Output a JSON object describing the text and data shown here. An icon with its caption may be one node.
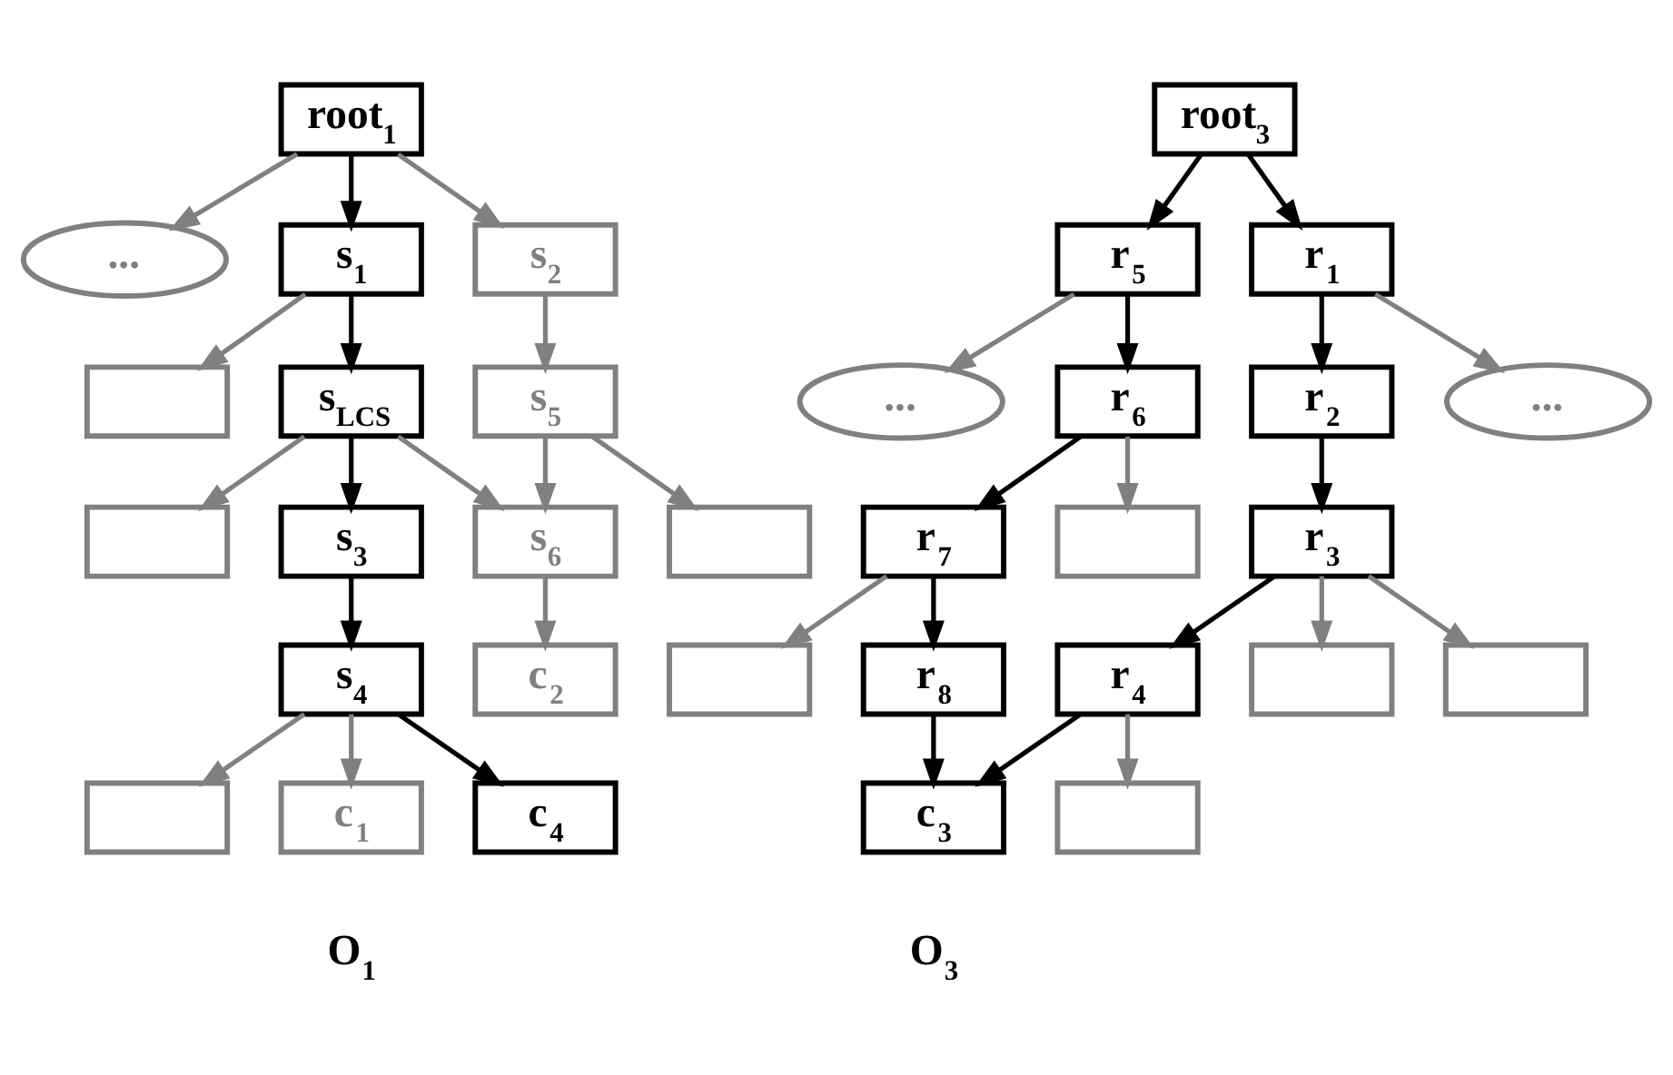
{
  "diagram": {
    "nodes": [
      {
        "text": [
          "root$_{1}$"
        ]
      },
      {
        "text": [
          "..."
        ]
      },
      {
        "text": [
          "s$_{1}$"
        ]
      },
      {
        "text": [
          "s$_{2}$"
        ]
      },
      {
        "text": [],
        "shape": "box"
      },
      {
        "text": [
          "s$_{LCS}$"
        ]
      },
      {
        "text": [
          "s$_{5}$"
        ]
      },
      {
        "text": [],
        "shape": "box"
      },
      {
        "text": [
          "s$_{3}$"
        ]
      },
      {
        "text": [
          "s$_{6}$"
        ]
      },
      {
        "text": [],
        "shape": "box"
      },
      {
        "text": [
          "s$_{4}$"
        ]
      },
      {
        "text": [
          "c$_{2}$"
        ]
      },
      {
        "text": [],
        "shape": "box"
      },
      {
        "text": [
          "c$_{1}$"
        ]
      },
      {
        "text": [
          "c$_{4}$"
        ]
      },
      {
        "text": [
          "root$_{3}$"
        ]
      },
      {
        "text": [
          "r$_{5}$"
        ]
      },
      {
        "text": [
          "r$_{1}$"
        ]
      },
      {
        "text": [
          "..."
        ]
      },
      {
        "text": [
          "r$_{6}$"
        ]
      },
      {
        "text": [
          "r$_{2}$"
        ]
      },
      {
        "text": [
          "..."
        ]
      },
      {
        "text": [
          "r$_{7}$"
        ]
      },
      {
        "text": [],
        "shape": "box"
      },
      {
        "text": [
          "r$_{3}$"
        ]
      },
      {
        "text": [],
        "shape": "box"
      },
      {
        "text": [
          "r$_{8}$"
        ]
      },
      {
        "text": [
          "r$_{4}$"
        ]
      },
      {
        "text": [],
        "shape": "box"
      },
      {
        "text": [],
        "shape": "box"
      },
      {
        "text": [
          "c$_{3}$"
        ]
      },
      {
        "text": [],
        "shape": "box"
      }
    ],
    "edges": [
      {
        "from": 0,
        "to": 1,
        "arrow": "to"
      },
      {
        "from": 0,
        "to": 2,
        "arrow": "to",
        "color": "#000000"
      },
      {
        "from": 0,
        "to": 3,
        "arrow": "to"
      },
      {
        "from": 2,
        "to": 4,
        "arrow": "to"
      },
      {
        "from": 2,
        "to": 5,
        "arrow": "to",
        "color": "#000000"
      },
      {
        "from": 3,
        "to": 6,
        "arrow": "to"
      },
      {
        "from": 5,
        "to": 7,
        "arrow": "to"
      },
      {
        "from": 5,
        "to": 8,
        "arrow": "to",
        "color": "#000000"
      },
      {
        "from": 5,
        "to": 9,
        "arrow": "to"
      },
      {
        "from": 6,
        "to": 9,
        "arrow": "to"
      },
      {
        "from": 6,
        "to": 10,
        "arrow": "to"
      },
      {
        "from": 8,
        "to": 11,
        "arrow": "to",
        "color": "#000000"
      },
      {
        "from": 9,
        "to": 12,
        "arrow": "to"
      },
      {
        "from": 11,
        "to": 13,
        "arrow": "to"
      },
      {
        "from": 11,
        "to": 14,
        "arrow": "to"
      },
      {
        "from": 11,
        "to": 15,
        "arrow": "to",
        "color": "#000000"
      },
      {
        "from": 16,
        "to": 17,
        "arrow": "to",
        "color": "#000000"
      },
      {
        "from": 16,
        "to": 18,
        "arrow": "to",
        "color": "#000000"
      },
      {
        "from": 17,
        "to": 19,
        "arrow": "to"
      },
      {
        "from": 17,
        "to": 20,
        "arrow": "to",
        "color": "#000000"
      },
      {
        "from": 18,
        "to": 21,
        "arrow": "to",
        "color": "#000000"
      },
      {
        "from": 18,
        "to": 22,
        "arrow": "to"
      },
      {
        "from": 20,
        "to": 23,
        "arrow": "to",
        "color": "#000000"
      },
      {
        "from": 20,
        "to": 24,
        "arrow": "to"
      },
      {
        "from": 21,
        "to": 25,
        "arrow": "to",
        "color": "#000000"
      },
      {
        "from": 23,
        "to": 26,
        "arrow": "to"
      },
      {
        "from": 23,
        "to": 27,
        "arrow": "to",
        "color": "#000000"
      },
      {
        "from": 25,
        "to": 28,
        "arrow": "to",
        "color": "#000000"
      },
      {
        "from": 25,
        "to": 29,
        "arrow": "to"
      },
      {
        "from": 25,
        "to": 30,
        "arrow": "to"
      },
      {
        "from": 27,
        "to": 31,
        "arrow": "to",
        "color": "#000000"
      },
      {
        "from": 28,
        "to": 31,
        "arrow": "to",
        "color": "#000000"
      },
      {
        "from": 28,
        "to": 32,
        "arrow": "to"
      }
    ],
    "labels": [
      "O$_{1}$",
      "O$_{3}$"
    ]
  }
}
